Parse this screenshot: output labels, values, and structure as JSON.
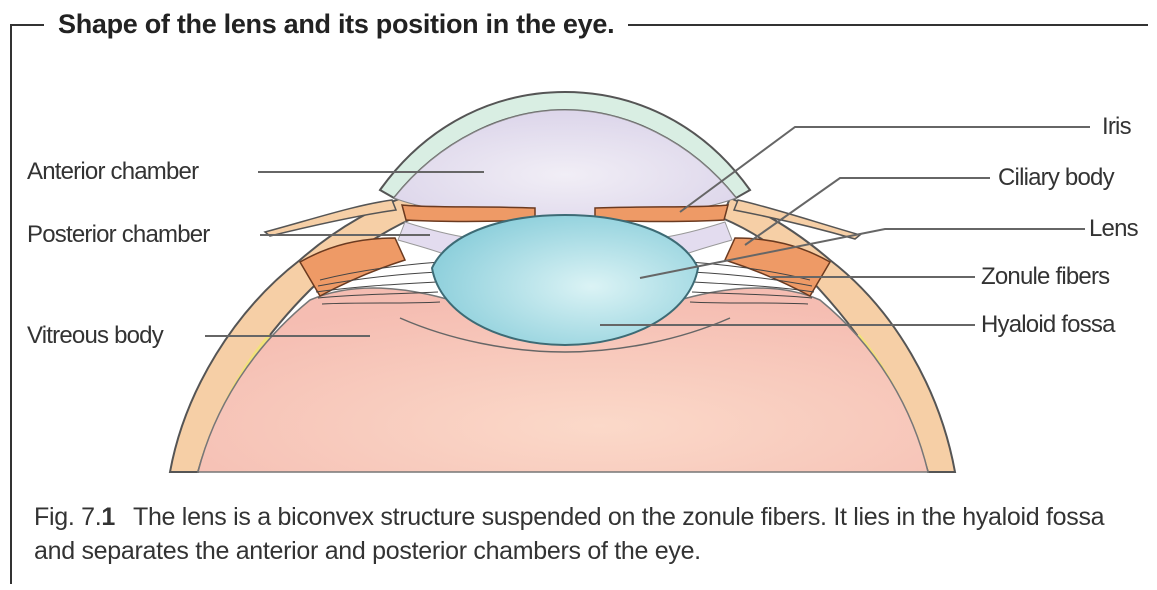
{
  "title": "Shape of the lens and its position in the eye.",
  "labels": {
    "anterior_chamber": "Anterior chamber",
    "posterior_chamber": "Posterior chamber",
    "vitreous_body": "Vitreous body",
    "iris": "Iris",
    "ciliary_body": "Ciliary body",
    "lens": "Lens",
    "zonule_fibers": "Zonule fibers",
    "hyaloid_fossa": "Hyaloid fossa"
  },
  "caption": {
    "fig_prefix": "Fig. 7.",
    "fig_number": "1",
    "text": "The lens is a biconvex structure suspended on the zonule fibers. It lies in the hyaloid fossa and separates the anterior and posterior chambers of the eye."
  },
  "colors": {
    "cornea": "#d9eee3",
    "anterior_chamber": "#e6e1f0",
    "lens": "#a9dde6",
    "vitreous": "#f7c7bd",
    "sclera": "#f6cfa6",
    "iris_ciliary": "#ee9a66",
    "leader_line": "#666666"
  }
}
